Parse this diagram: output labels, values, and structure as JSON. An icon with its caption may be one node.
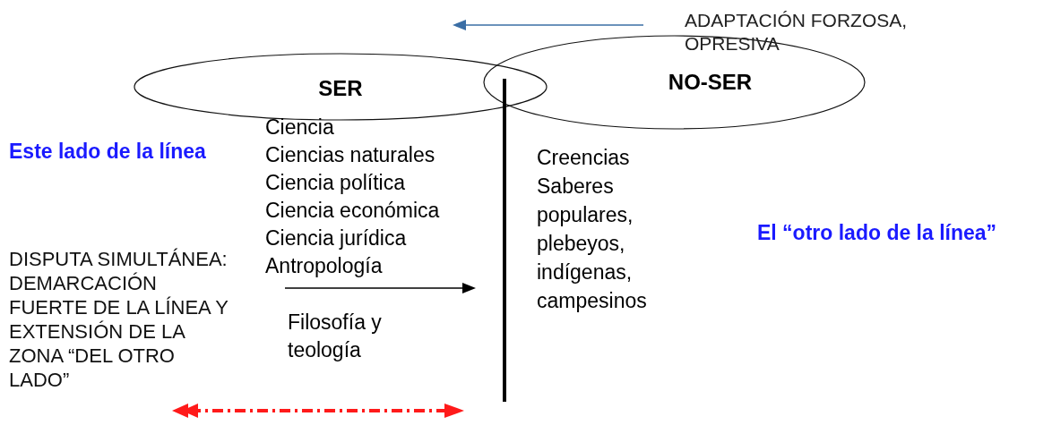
{
  "diagram": {
    "nodes": [
      {
        "text": [
          "SER"
        ]
      },
      {
        "text": [
          "NO-SER"
        ]
      },
      {
        "text": [
          "ADAPTACIÓN FORZOSA, OPRESIVA"
        ]
      }
    ],
    "labels": [
      "Ciencia",
      "Este lado de la línea",
      "Ciencias naturales",
      "Ciencia política",
      "Ciencia económica",
      "Ciencia jurídica",
      "Antropología",
      "Creencias",
      "Saberes populares, plebeyos, indígenas, campesinos",
      "El “otro lado de la línea”",
      "DISPUTA SIMULTÁNEA: DEMARCACIÓN FUERTE DE LA LÍNEA Y EXTENSIÓN DE LA ZONA “DEL OTRO LADO”",
      "Filosofía y teología"
    ]
  }
}
